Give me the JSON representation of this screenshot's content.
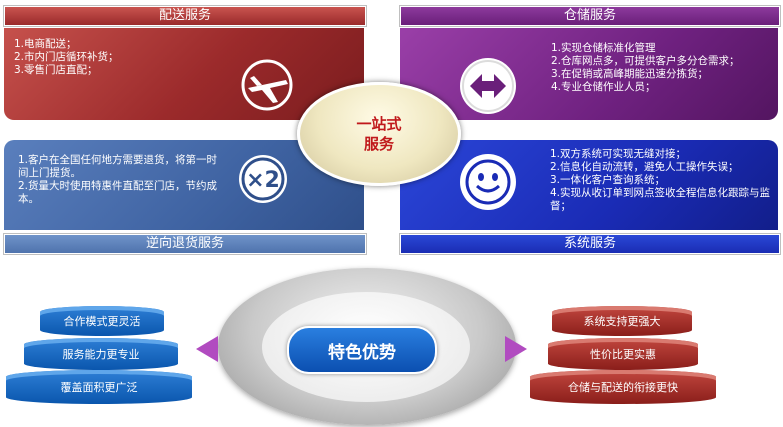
{
  "quadrants": {
    "delivery": {
      "title": "配送服务",
      "items": [
        "1.电商配送；",
        "2.市内门店循环补货；",
        "3.零售门店直配；"
      ],
      "icon": "airplane-icon"
    },
    "warehouse": {
      "title": "仓储服务",
      "items": [
        "1.实现仓储标准化管理",
        "2.仓库网点多，可提供客户多分仓需求；",
        "3.在促销或高峰期能迅速分拣货；",
        "4.专业仓储作业人员；"
      ],
      "icon": "arrows-icon"
    },
    "returns": {
      "title": "逆向退货服务",
      "items": [
        "1.客户在全国任何地方需要退货，将第一时间上门提货。",
        "2.货量大时使用特惠件直配至门店，节约成本。"
      ],
      "icon": "x2-icon"
    },
    "system": {
      "title": "系统服务",
      "items": [
        "1.双方系统可实现无缝对接；",
        "2.信息化自动流转，避免人工操作失误；",
        "3.一体化客户查询系统；",
        "4.实现从收订单到网点签收全程信息化跟踪与监督；"
      ],
      "icon": "smiley-icon"
    }
  },
  "center": {
    "line1": "一站式",
    "line2": "服务"
  },
  "advantage": {
    "title": "特色优势"
  },
  "left_stack": [
    "合作模式更灵活",
    "服务能力更专业",
    "覆盖面积更广泛"
  ],
  "right_stack": [
    "系统支持更强大",
    "性价比更实惠",
    "仓储与配送的衔接更快"
  ],
  "x2_text": "×2",
  "colors": {
    "red": "#9a2a2b",
    "purple": "#6a1f7a",
    "steel_blue": "#4f73ad",
    "royal_blue": "#1a2cb3"
  }
}
